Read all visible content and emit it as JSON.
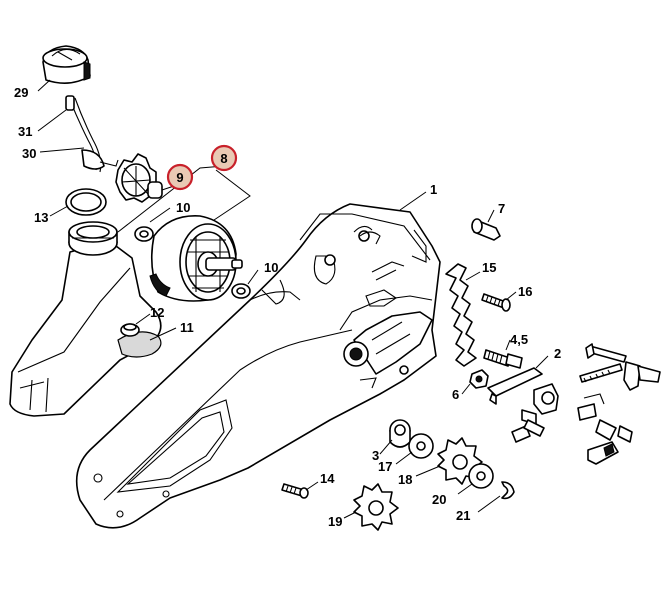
{
  "diagram": {
    "labels": {
      "l1": "1",
      "l2": "2",
      "l3": "3",
      "l45": "4,5",
      "l6": "6",
      "l7": "7",
      "l10a": "10",
      "l10b": "10",
      "l11": "11",
      "l12": "12",
      "l13": "13",
      "l14": "14",
      "l15": "15",
      "l16": "16",
      "l17": "17",
      "l18": "18",
      "l19": "19",
      "l20": "20",
      "l21": "21",
      "l29": "29",
      "l30": "30",
      "l31": "31"
    },
    "highlighted": {
      "c8": "8",
      "c9": "9"
    },
    "highlight_color": "#c8202a",
    "highlight_fill": "#e9c9b4"
  }
}
